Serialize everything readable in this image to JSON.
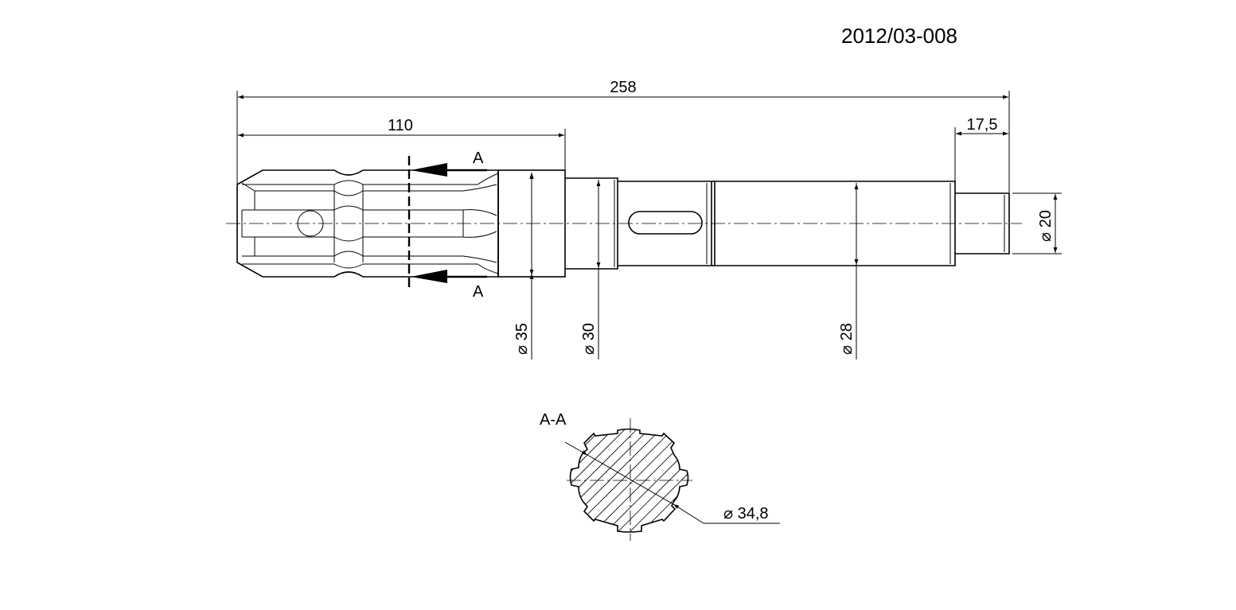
{
  "drawing_number": "2012/03-008",
  "dimensions": {
    "overall_length": "258",
    "spline_length": "110",
    "end_length": "17,5",
    "dia_35": "⌀ 35",
    "dia_30": "⌀ 30",
    "dia_28": "⌀ 28",
    "dia_20": "⌀ 20",
    "dia_34_8": "⌀ 34,8"
  },
  "section": {
    "marker_top": "A",
    "marker_bottom": "A",
    "view_label": "A-A"
  }
}
